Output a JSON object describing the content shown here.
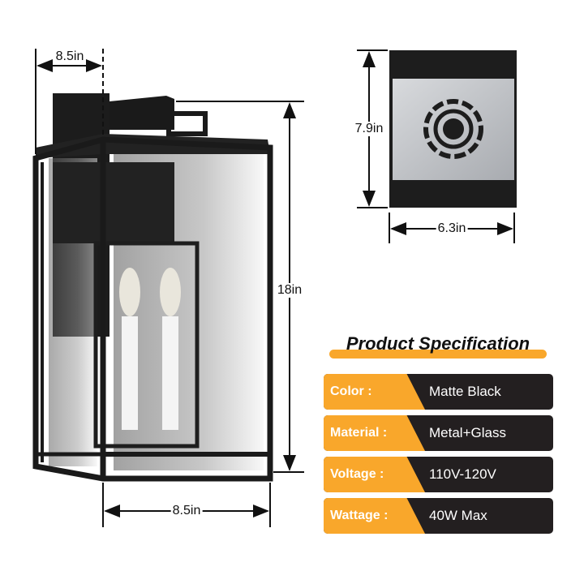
{
  "dimensions": {
    "depth": "8.5in",
    "height": "18in",
    "width": "8.5in",
    "backplate_height": "7.9in",
    "backplate_width": "6.3in"
  },
  "spec": {
    "title": "Product Specification",
    "rows": [
      {
        "label": "Color :",
        "value": "Matte Black"
      },
      {
        "label": "Material :",
        "value": "Metal+Glass"
      },
      {
        "label": "Voltage :",
        "value": "110V-120V"
      },
      {
        "label": "Wattage :",
        "value": "40W Max"
      }
    ]
  },
  "colors": {
    "accent": "#f9a72b",
    "dark": "#231f20"
  }
}
